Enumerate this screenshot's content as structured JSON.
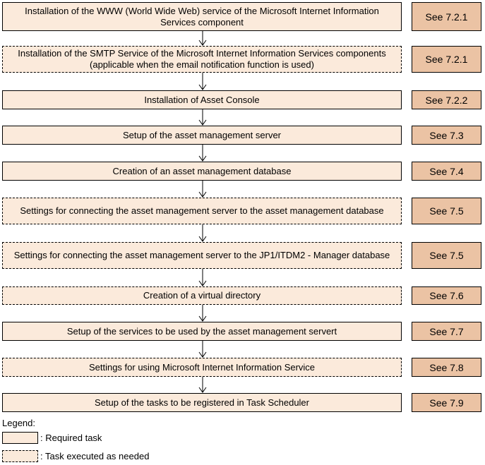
{
  "steps": [
    {
      "text": "Installation of the WWW (World Wide Web) service of the Microsoft Internet Information Services component",
      "ref": "See 7.2.1",
      "optional": false
    },
    {
      "text": "Installation of the SMTP Service of the Microsoft Internet Information Services components (applicable when the email notification function is used)",
      "ref": "See 7.2.1",
      "optional": true
    },
    {
      "text": "Installation of Asset Console",
      "ref": "See 7.2.2",
      "optional": false
    },
    {
      "text": "Setup of the asset management server",
      "ref": "See 7.3",
      "optional": false
    },
    {
      "text": "Creation of an asset management database",
      "ref": "See 7.4",
      "optional": false
    },
    {
      "text": "Settings for connecting the asset management server to the asset management database",
      "ref": "See 7.5",
      "optional": true
    },
    {
      "text": "Settings for connecting the asset management server to the JP1/ITDM2 - Manager database",
      "ref": "See 7.5",
      "optional": true
    },
    {
      "text": "Creation of a virtual directory",
      "ref": "See 7.6",
      "optional": true
    },
    {
      "text": "Setup of the services to be used by the asset management servert",
      "ref": "See 7.7",
      "optional": false
    },
    {
      "text": "Settings for using Microsoft Internet Information Service",
      "ref": "See 7.8",
      "optional": true
    },
    {
      "text": "Setup of the tasks to be registered in Task Scheduler",
      "ref": "See 7.9",
      "optional": false
    }
  ],
  "legend": {
    "title": "Legend:",
    "required": ": Required task",
    "as_needed": ": Task executed as needed"
  },
  "colors": {
    "task_fill": "#fbeadb",
    "ref_fill": "#ebc3a4",
    "line": "#000000"
  }
}
